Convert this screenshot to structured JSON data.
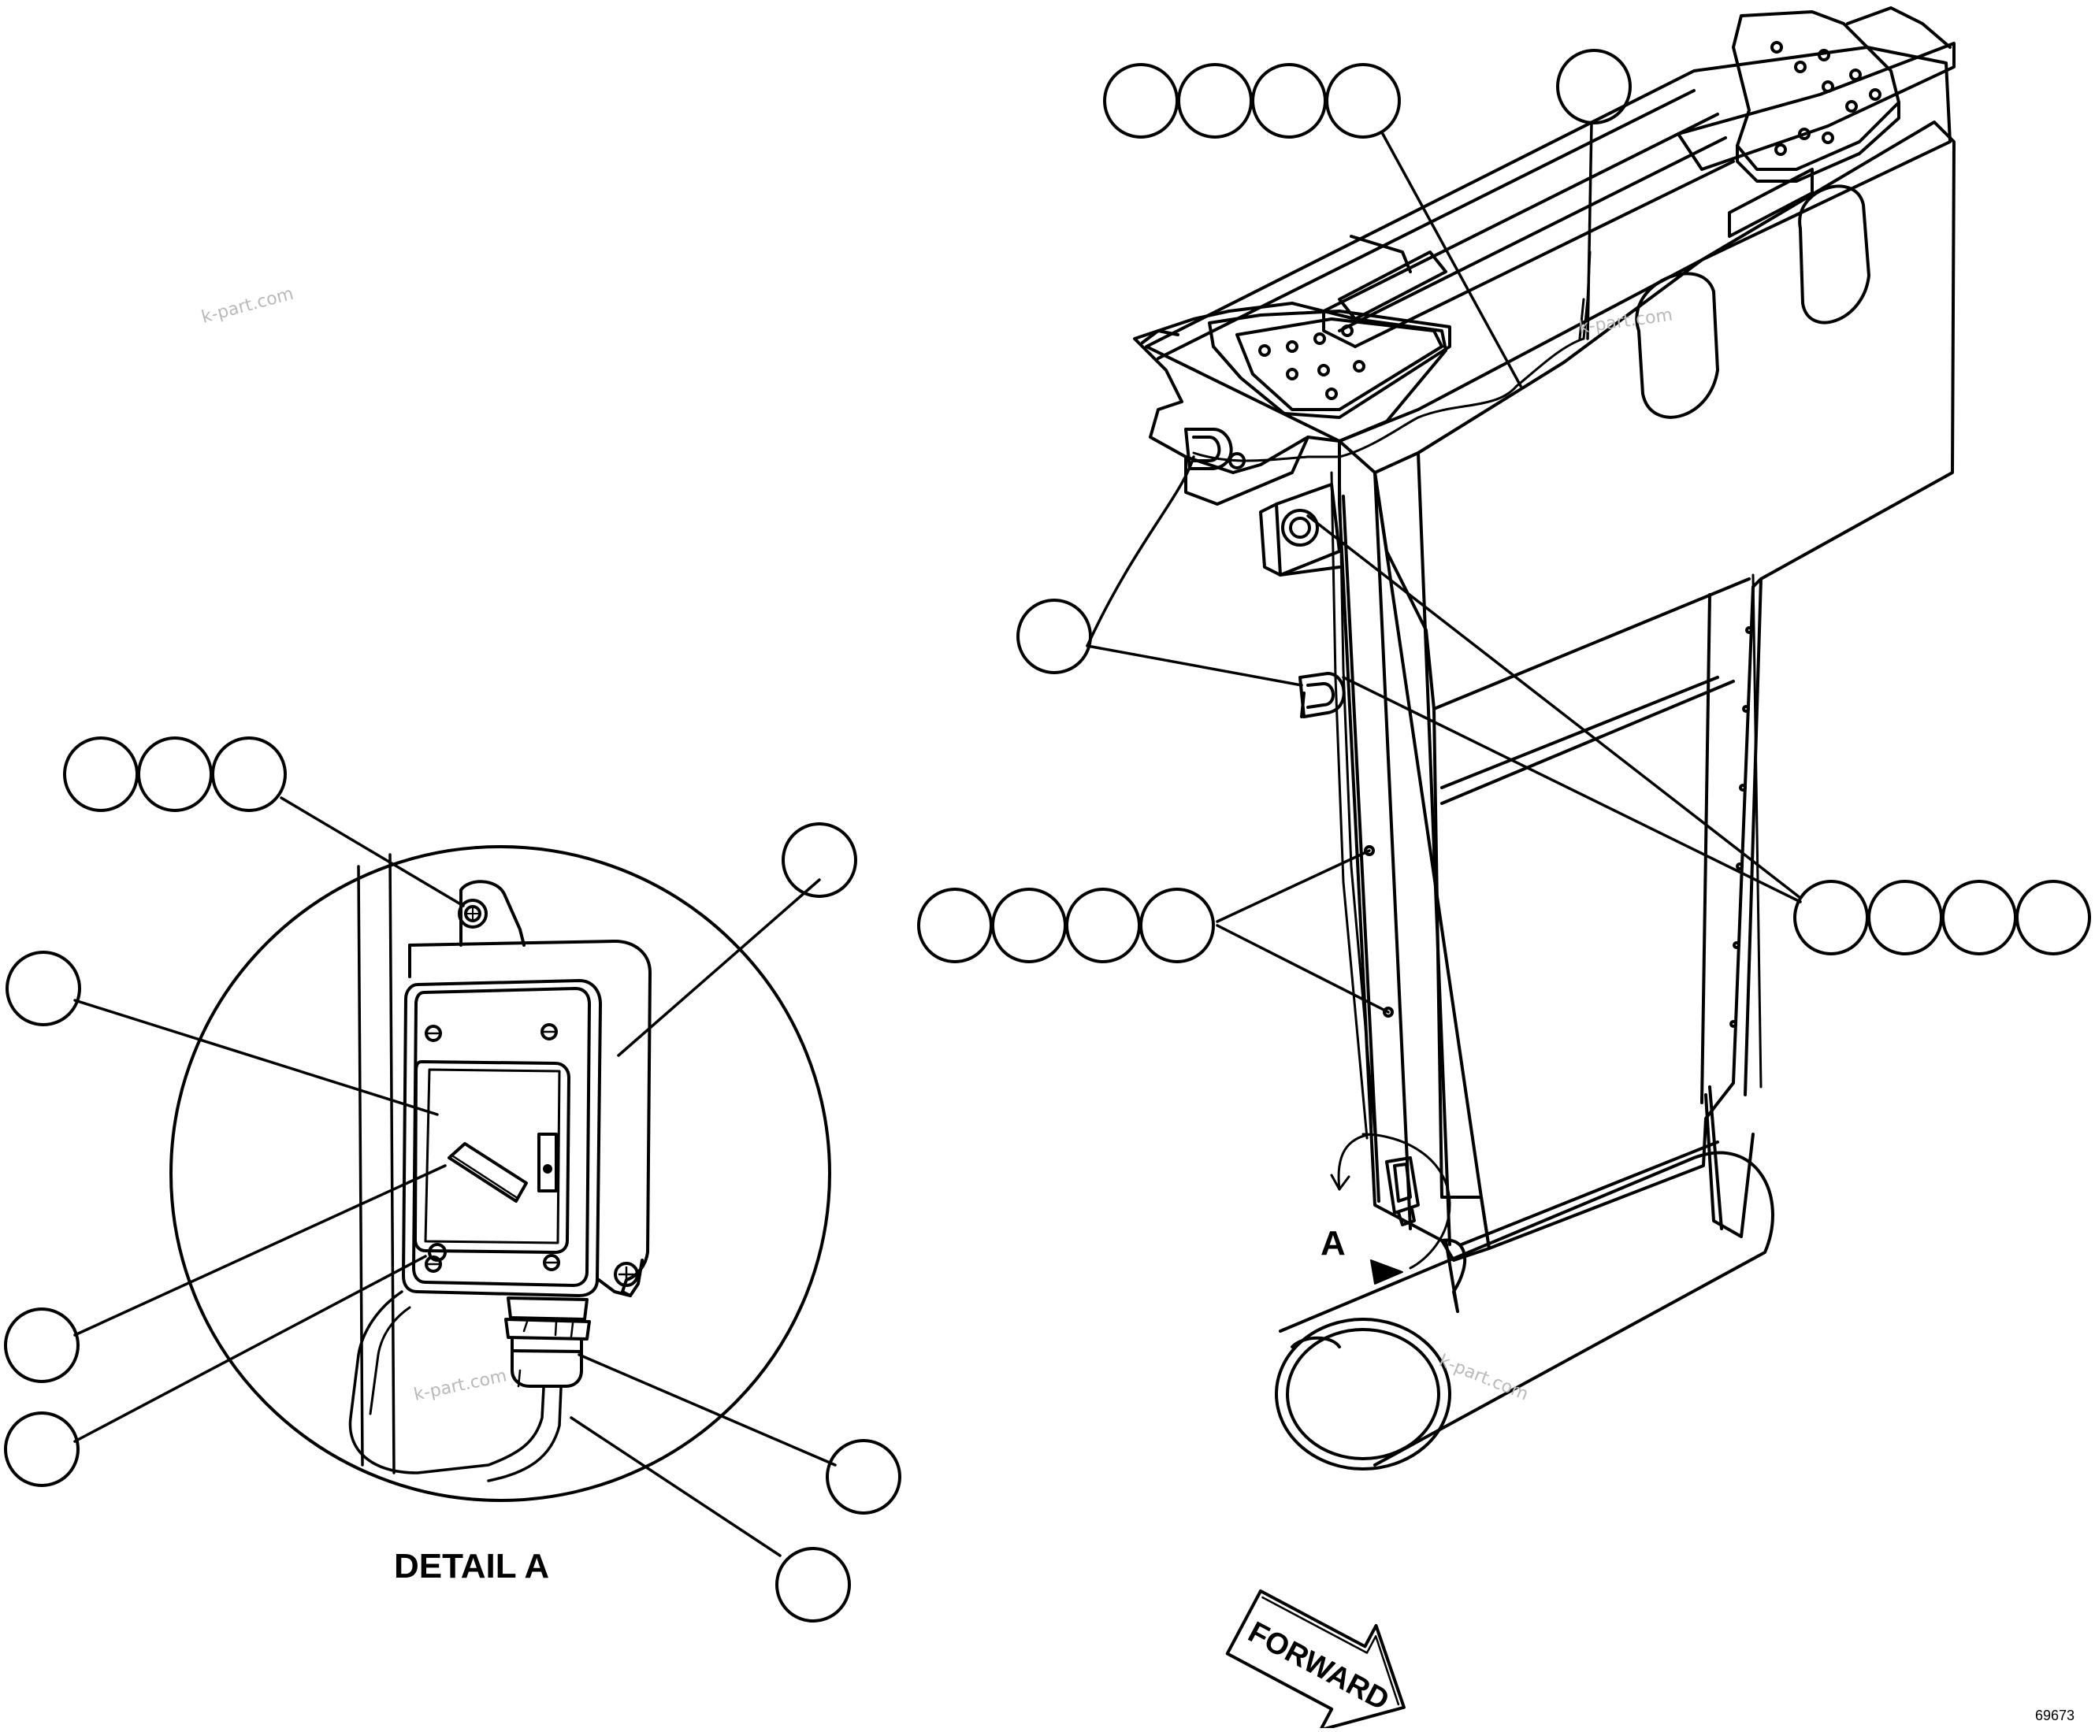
{
  "figure": {
    "detail_title": "DETAIL A",
    "view_marker": "A",
    "direction_label": "FORWARD",
    "figure_number": "69673",
    "watermarks": [
      "k-part.com",
      "k-part.com",
      "k-part.com",
      "k-part.com"
    ]
  },
  "callouts": {
    "top_group_count": 4,
    "top_single_count": 1,
    "p_clamp_count": 1,
    "left_mid_group_count": 4,
    "right_mid_group_count": 4,
    "detail_top_group_count": 3,
    "detail_single_count": 6
  },
  "colors": {
    "line": "#000000",
    "background": "#ffffff",
    "watermark": "#b9b9b9"
  }
}
